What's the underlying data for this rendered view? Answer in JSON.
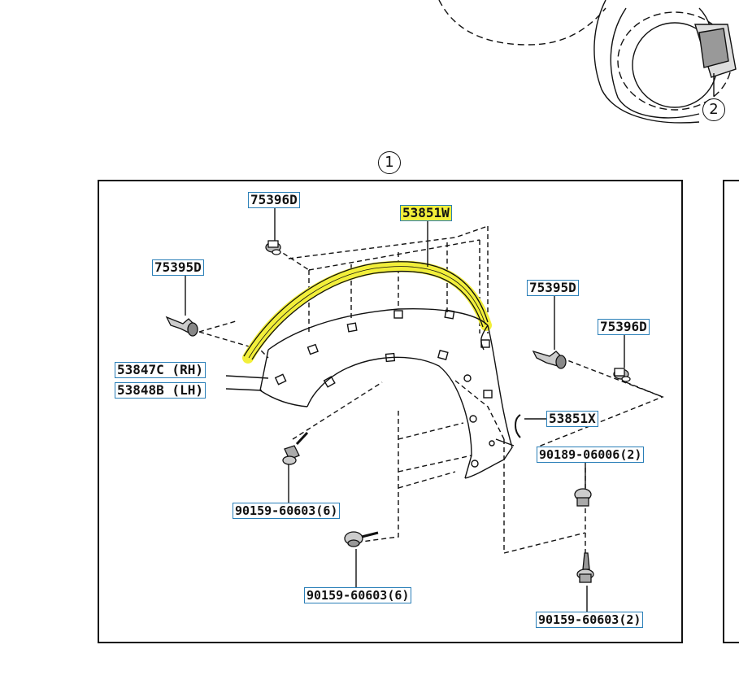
{
  "markers": {
    "group_1": "1",
    "group_2": "2"
  },
  "callouts": {
    "p75396d_top": "75396D",
    "p53851w": "53851W",
    "p75395d_left": "75395D",
    "p75395d_right": "75395D",
    "p75396d_right": "75396D",
    "p53847c": "53847C (RH)",
    "p53848b": "53848B (LH)",
    "p53851x": "53851X",
    "p90189": "90189-06006(2)",
    "p90159_a": "90159-60603(6)",
    "p90159_b": "90159-60603(6)",
    "p90159_c": "90159-60603(2)"
  },
  "colors": {
    "highlight": "#f2ef3a",
    "callout_border": "#2a7fb8",
    "line": "#111111"
  },
  "icons": {
    "clip": "push-clip-icon",
    "grommet": "grommet-icon",
    "bolt": "screw-bolt-icon",
    "nut": "nut-icon"
  }
}
